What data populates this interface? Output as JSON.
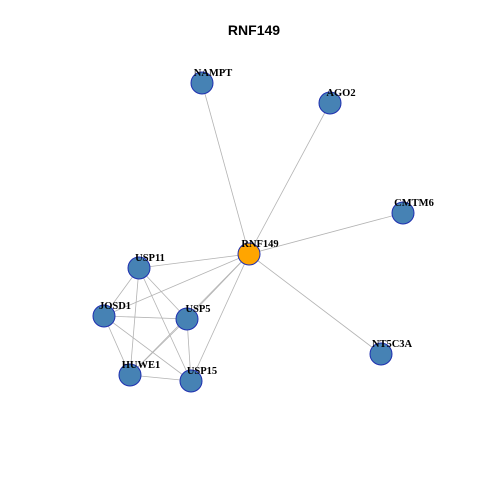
{
  "title": "RNF149",
  "colors": {
    "center_fill": "#FFA500",
    "node_fill": "#4682B4",
    "node_stroke": "#1F2FB0",
    "edge": "#B3B3B3"
  },
  "nodes": [
    {
      "id": "RNF149",
      "label": "RNF149",
      "center": true
    },
    {
      "id": "NAMPT",
      "label": "NAMPT"
    },
    {
      "id": "AGO2",
      "label": "AGO2"
    },
    {
      "id": "CMTM6",
      "label": "CMTM6"
    },
    {
      "id": "USP11",
      "label": "USP11"
    },
    {
      "id": "JOSD1",
      "label": "JOSD1"
    },
    {
      "id": "USP5",
      "label": "USP5"
    },
    {
      "id": "HUWE1",
      "label": "HUWE1"
    },
    {
      "id": "USP15",
      "label": "USP15"
    },
    {
      "id": "NT5C3A",
      "label": "NT5C3A"
    }
  ],
  "edges": [
    [
      "RNF149",
      "NAMPT"
    ],
    [
      "RNF149",
      "AGO2"
    ],
    [
      "RNF149",
      "CMTM6"
    ],
    [
      "RNF149",
      "NT5C3A"
    ],
    [
      "RNF149",
      "USP11"
    ],
    [
      "RNF149",
      "JOSD1"
    ],
    [
      "RNF149",
      "USP5"
    ],
    [
      "RNF149",
      "HUWE1"
    ],
    [
      "RNF149",
      "USP15"
    ],
    [
      "USP11",
      "JOSD1"
    ],
    [
      "USP11",
      "USP5"
    ],
    [
      "USP11",
      "HUWE1"
    ],
    [
      "USP11",
      "USP15"
    ],
    [
      "JOSD1",
      "USP5"
    ],
    [
      "JOSD1",
      "HUWE1"
    ],
    [
      "JOSD1",
      "USP15"
    ],
    [
      "USP5",
      "HUWE1"
    ],
    [
      "USP5",
      "USP15"
    ],
    [
      "HUWE1",
      "USP15"
    ]
  ]
}
